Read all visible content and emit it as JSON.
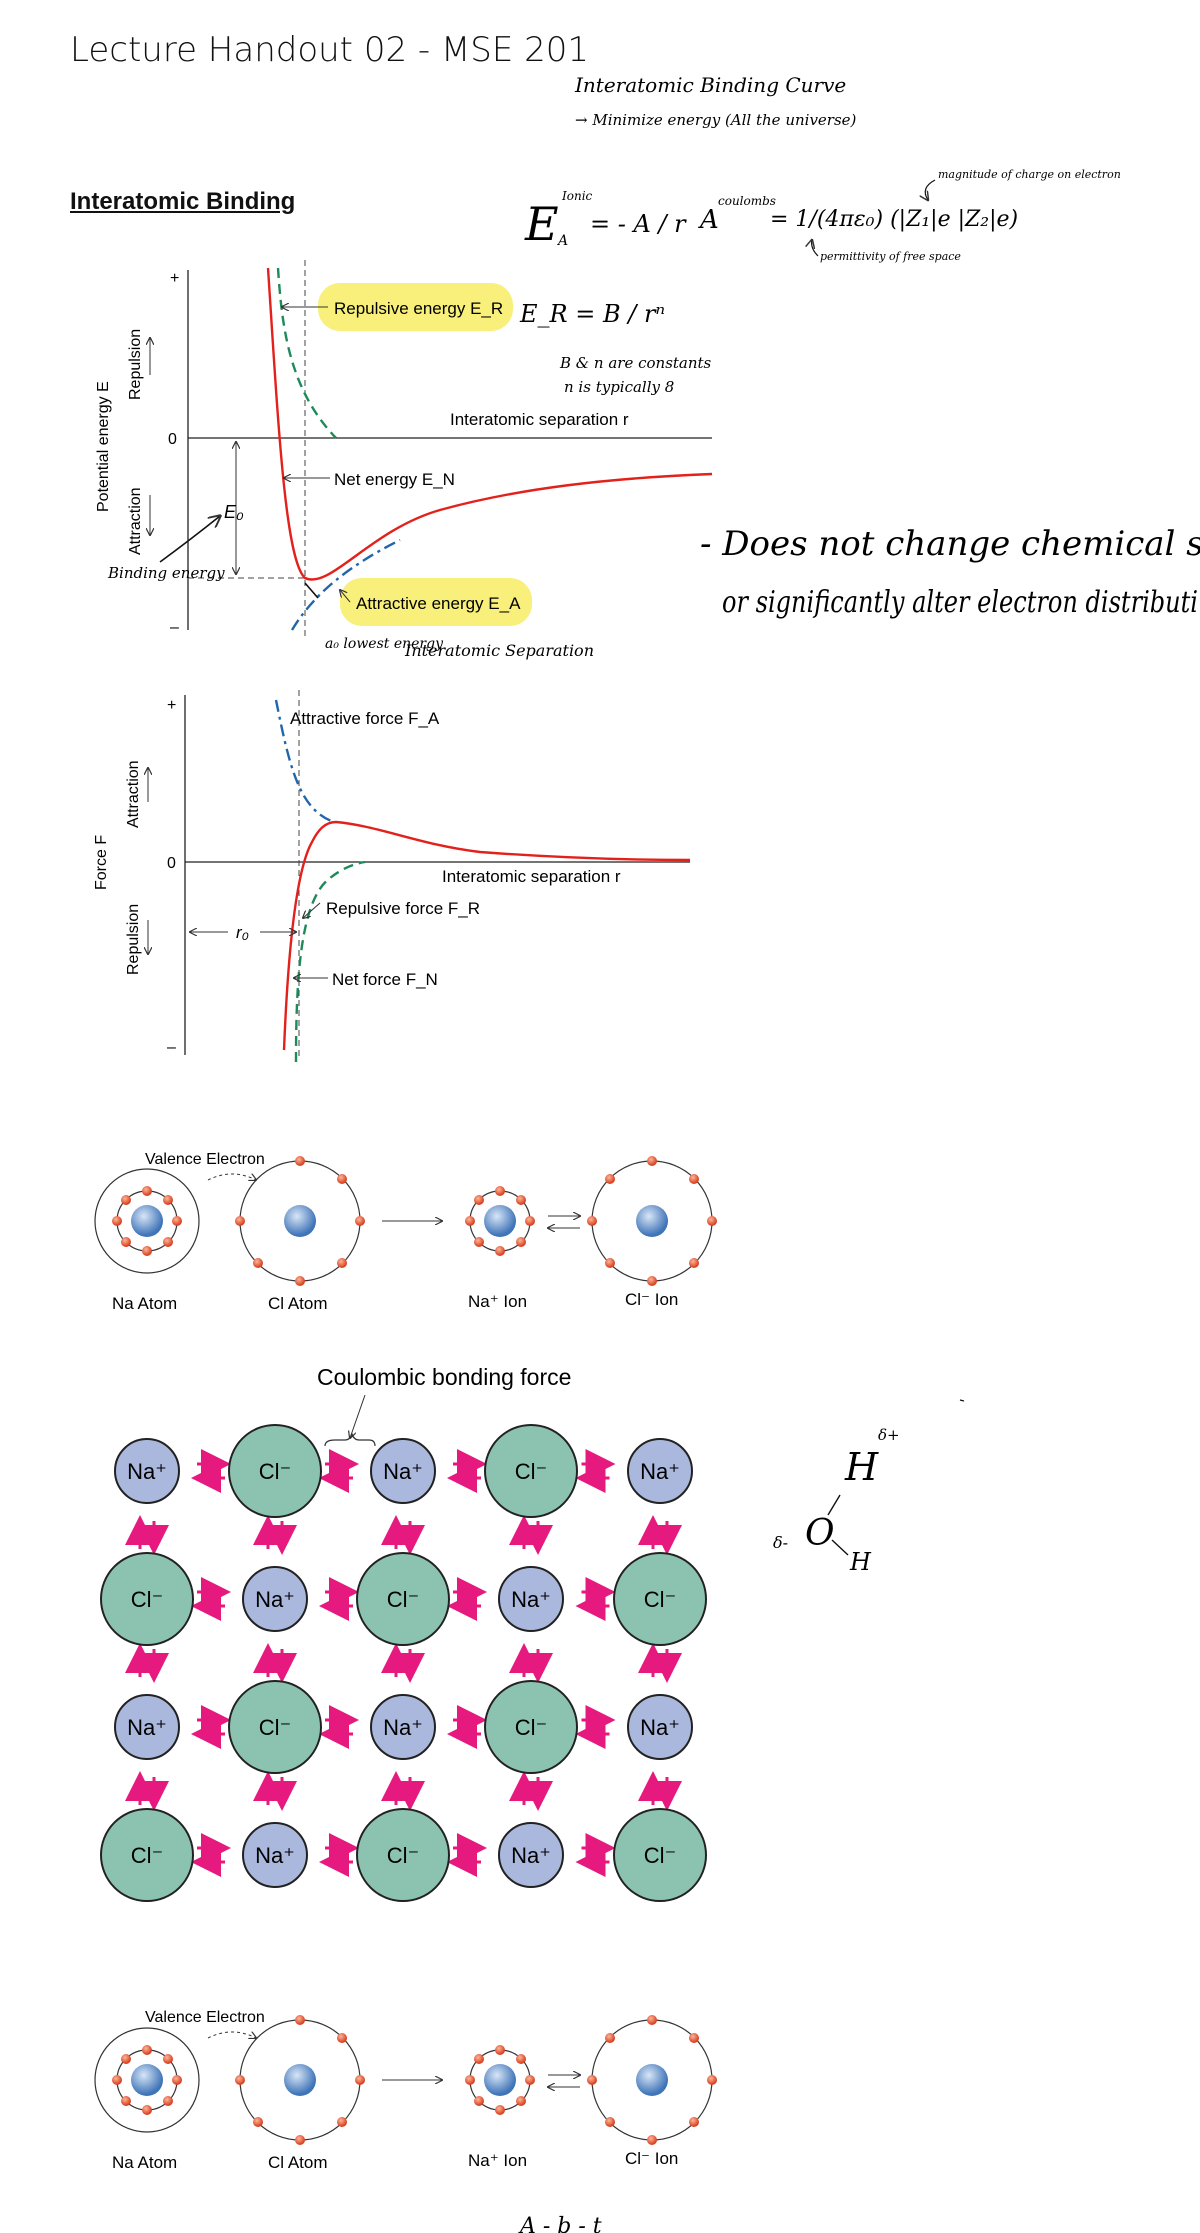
{
  "doc": {
    "title": "Lecture Handout 02 - MSE 201",
    "section_heading": "Interatomic Binding"
  },
  "notes": {
    "curve_title": "Interatomic Binding Curve",
    "minimize": "→ Minimize energy (All the universe)",
    "ea_lhs": "E",
    "ea_sup": "Ionic",
    "ea_sub": "A",
    "ea_rhs": "= - A / r",
    "a_def": "A",
    "a_sup": "coulombs",
    "a_eq": "= 1/(4πε₀) (|Z₁|e |Z₂|e)",
    "a_note1": "magnitude of charge on electron",
    "a_note2": "permittivity of free space",
    "er_eq": "E_R = B / rⁿ",
    "bn_note": "B & n are constants",
    "n_note": "n is typically 8",
    "binding_energy": "Binding energy",
    "r0_note": "a₀ lowest energy",
    "sep_note": "Interatomic Separation",
    "remark1": "- Does not change chemical state,",
    "remark2": "or significantly alter electron distributi",
    "water_h1": "H",
    "water_dplus": "δ+",
    "water_o": "O",
    "water_dminus": "δ-",
    "water_h2": "H",
    "bottom_stub": "A - b - t"
  },
  "energy_plot": {
    "plus": "+",
    "minus": "–",
    "zero": "0",
    "ylabel": "Potential energy E",
    "repulsion": "Repulsion",
    "attraction": "Attraction",
    "repulsive_label": "Repulsive energy E_R",
    "net_label": "Net energy E_N",
    "attractive_label": "Attractive energy E_A",
    "xlabel": "Interatomic separation r",
    "e0": "E₀",
    "highlight_color": "#f8f07a",
    "net_color": "#e3211c",
    "rep_color": "#1e8a5a",
    "att_color": "#2166ac"
  },
  "force_plot": {
    "plus": "+",
    "minus": "–",
    "zero": "0",
    "ylabel": "Force F",
    "attraction": "Attraction",
    "repulsion": "Repulsion",
    "attractive_label": "Attractive force F_A",
    "repulsive_label": "Repulsive force F_R",
    "net_label": "Net force F_N",
    "xlabel": "Interatomic separation r",
    "r0": "r₀"
  },
  "atoms1": {
    "valence": "Valence Electron",
    "na_atom": "Na Atom",
    "cl_atom": "Cl Atom",
    "na_ion": "Na⁺ Ion",
    "cl_ion": "Cl⁻ Ion"
  },
  "lattice": {
    "title": "Coulombic bonding force",
    "na": "Na⁺",
    "cl": "Cl⁻",
    "na_color": "#a9b8dc",
    "cl_color": "#8cc3b0",
    "arrow_color": "#e6197f"
  },
  "atoms2": {
    "valence": "Valence Electron",
    "na_atom": "Na Atom",
    "cl_atom": "Cl Atom",
    "na_ion": "Na⁺ Ion",
    "cl_ion": "Cl⁻ Ion"
  }
}
